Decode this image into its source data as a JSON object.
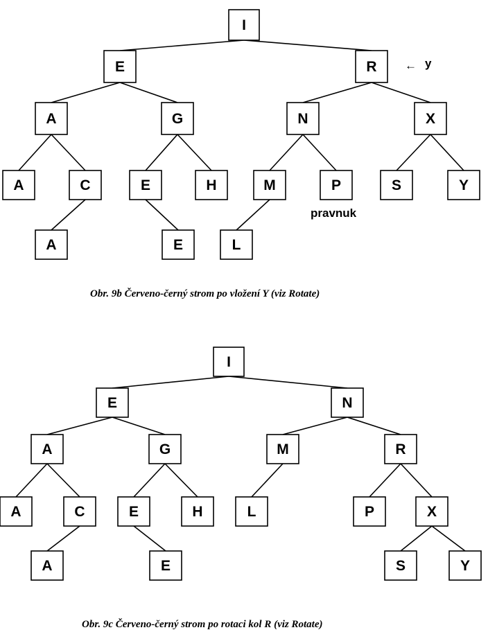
{
  "figures": [
    {
      "id": "fig9b",
      "caption": "Obr. 9b  Červeno-černý strom po vložení Y (viz Rotate)",
      "nodes": [
        {
          "id": "b_I",
          "label": "I"
        },
        {
          "id": "b_E",
          "label": "E"
        },
        {
          "id": "b_R",
          "label": "R"
        },
        {
          "id": "b_A1",
          "label": "A"
        },
        {
          "id": "b_G",
          "label": "G"
        },
        {
          "id": "b_N",
          "label": "N"
        },
        {
          "id": "b_X",
          "label": "X"
        },
        {
          "id": "b_A2",
          "label": "A"
        },
        {
          "id": "b_C",
          "label": "C"
        },
        {
          "id": "b_E2",
          "label": "E"
        },
        {
          "id": "b_H",
          "label": "H"
        },
        {
          "id": "b_M",
          "label": "M"
        },
        {
          "id": "b_P",
          "label": "P"
        },
        {
          "id": "b_S",
          "label": "S"
        },
        {
          "id": "b_Y",
          "label": "Y"
        },
        {
          "id": "b_A3",
          "label": "A"
        },
        {
          "id": "b_E3",
          "label": "E"
        },
        {
          "id": "b_L",
          "label": "L"
        }
      ],
      "edges": [
        [
          "b_I",
          "b_E"
        ],
        [
          "b_I",
          "b_R"
        ],
        [
          "b_E",
          "b_A1"
        ],
        [
          "b_E",
          "b_G"
        ],
        [
          "b_R",
          "b_N"
        ],
        [
          "b_R",
          "b_X"
        ],
        [
          "b_A1",
          "b_A2"
        ],
        [
          "b_A1",
          "b_C"
        ],
        [
          "b_G",
          "b_E2"
        ],
        [
          "b_G",
          "b_H"
        ],
        [
          "b_N",
          "b_M"
        ],
        [
          "b_N",
          "b_P"
        ],
        [
          "b_X",
          "b_S"
        ],
        [
          "b_X",
          "b_Y"
        ],
        [
          "b_C",
          "b_A3"
        ],
        [
          "b_E2",
          "b_E3"
        ],
        [
          "b_M",
          "b_L"
        ]
      ],
      "annotations": {
        "pointer_label": "y",
        "pointer_arrow": "←",
        "node_note": "pravnuk"
      }
    },
    {
      "id": "fig9c",
      "caption": "Obr. 9c  Červeno-černý strom po rotaci kol R (viz Rotate)",
      "nodes": [
        {
          "id": "c_I",
          "label": "I"
        },
        {
          "id": "c_E",
          "label": "E"
        },
        {
          "id": "c_N",
          "label": "N"
        },
        {
          "id": "c_A1",
          "label": "A"
        },
        {
          "id": "c_G",
          "label": "G"
        },
        {
          "id": "c_M",
          "label": "M"
        },
        {
          "id": "c_R",
          "label": "R"
        },
        {
          "id": "c_A2",
          "label": "A"
        },
        {
          "id": "c_C",
          "label": "C"
        },
        {
          "id": "c_E2",
          "label": "E"
        },
        {
          "id": "c_H",
          "label": "H"
        },
        {
          "id": "c_L",
          "label": "L"
        },
        {
          "id": "c_P",
          "label": "P"
        },
        {
          "id": "c_X",
          "label": "X"
        },
        {
          "id": "c_A3",
          "label": "A"
        },
        {
          "id": "c_E3",
          "label": "E"
        },
        {
          "id": "c_S",
          "label": "S"
        },
        {
          "id": "c_Y",
          "label": "Y"
        }
      ],
      "edges": [
        [
          "c_I",
          "c_E"
        ],
        [
          "c_I",
          "c_N"
        ],
        [
          "c_E",
          "c_A1"
        ],
        [
          "c_E",
          "c_G"
        ],
        [
          "c_N",
          "c_M"
        ],
        [
          "c_N",
          "c_R"
        ],
        [
          "c_A1",
          "c_A2"
        ],
        [
          "c_A1",
          "c_C"
        ],
        [
          "c_G",
          "c_E2"
        ],
        [
          "c_G",
          "c_H"
        ],
        [
          "c_M",
          "c_L"
        ],
        [
          "c_R",
          "c_P"
        ],
        [
          "c_R",
          "c_X"
        ],
        [
          "c_C",
          "c_A3"
        ],
        [
          "c_E2",
          "c_E3"
        ],
        [
          "c_X",
          "c_S"
        ],
        [
          "c_X",
          "c_Y"
        ]
      ]
    }
  ]
}
